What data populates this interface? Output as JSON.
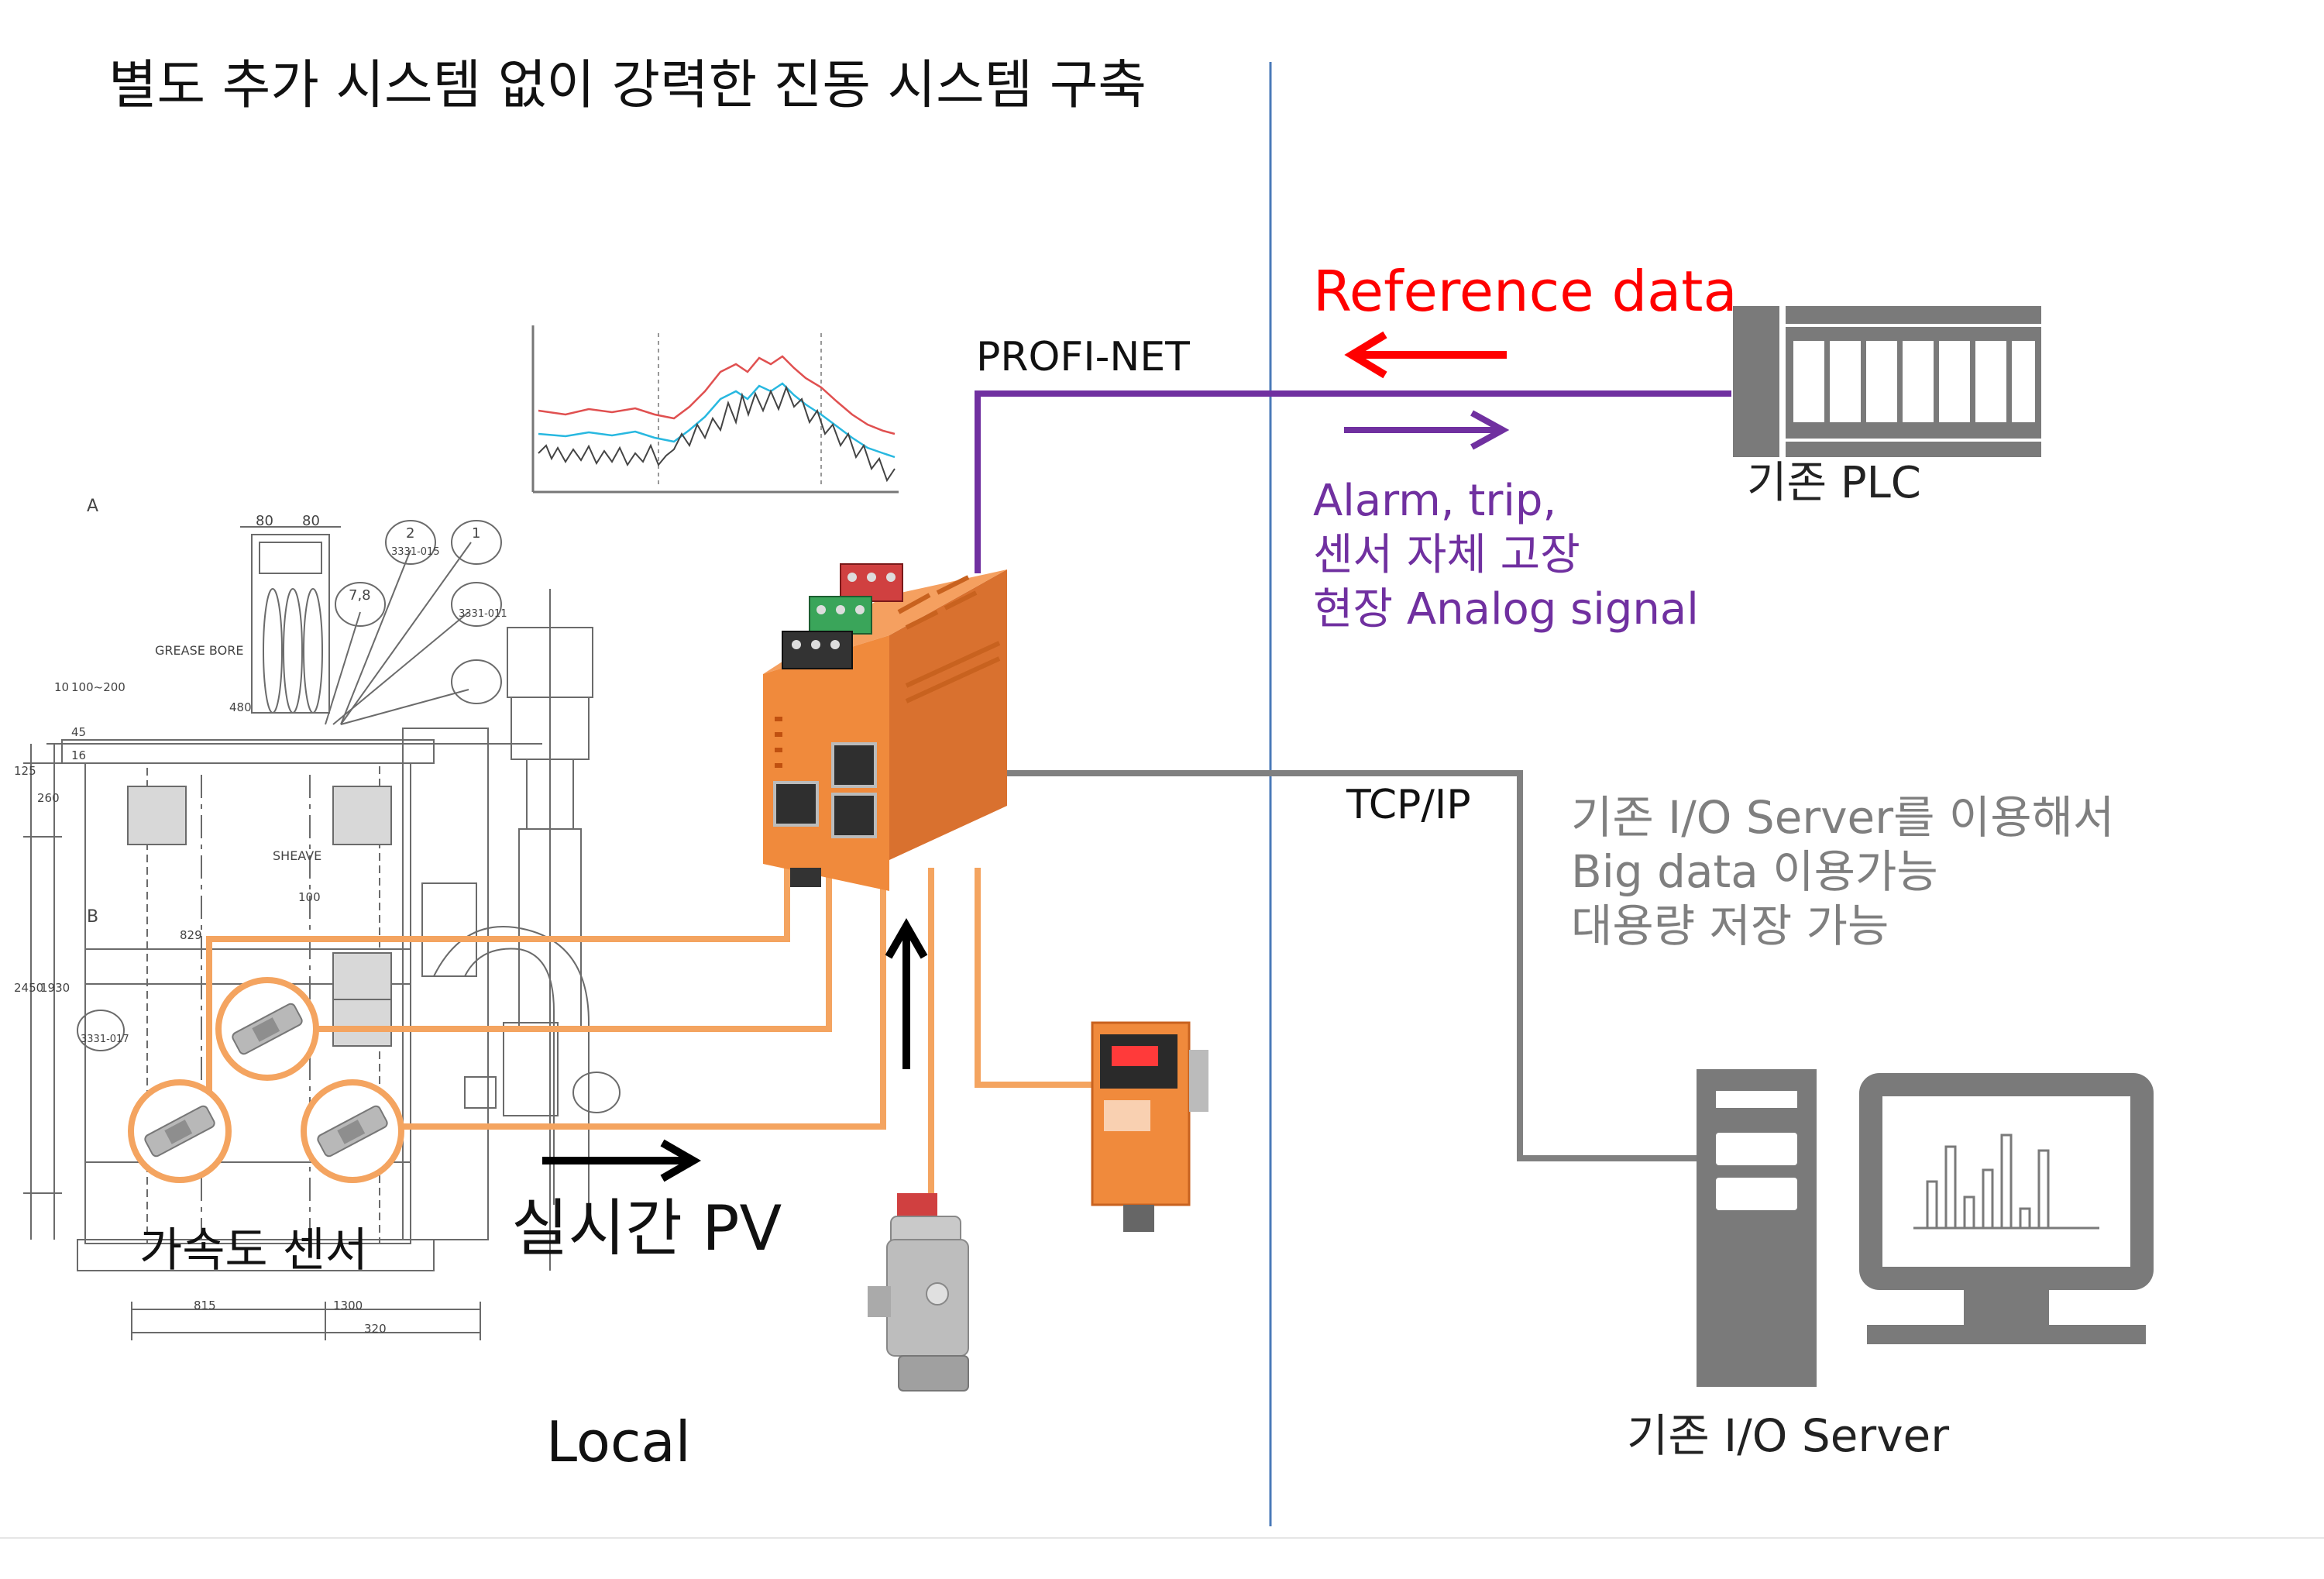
{
  "title": "별도 추가 시스템 없이 강력한 진동 시스템 구축",
  "reference_label": "Reference data",
  "profinet_label": "PROFI-NET",
  "plc_label": "기존 PLC",
  "alarm_lines": [
    "Alarm, trip,",
    "센서 자체 고장",
    "현장 Analog signal"
  ],
  "tcp_label": "TCP/IP",
  "server_note_lines": [
    "기존 I/O Server를 이용해서",
    "Big data 이용가능",
    "대용량 저장 가능"
  ],
  "sensor_label": "가속도 센서",
  "pv_label": "실시간 PV",
  "local_label": "Local",
  "server_label": "기존 I/O Server",
  "drawing": {
    "labels": [
      "A",
      "B",
      "80",
      "80",
      "2",
      "3331-015",
      "1",
      "7,8",
      "3331-011",
      "GREASE BORE",
      "10",
      "100~200",
      "480",
      "45",
      "16",
      "125",
      "260",
      "SHEAVE",
      "100",
      "829",
      "2450",
      "1930",
      "3331-017",
      "815",
      "1300",
      "320"
    ]
  },
  "colors": {
    "orange_wire": "#f4a460",
    "purple_line": "#7030a0",
    "gray_line": "#808080",
    "red_arrow": "#ff0000",
    "divider": "#4a7ab8",
    "device_orange": "#f08a3c"
  }
}
